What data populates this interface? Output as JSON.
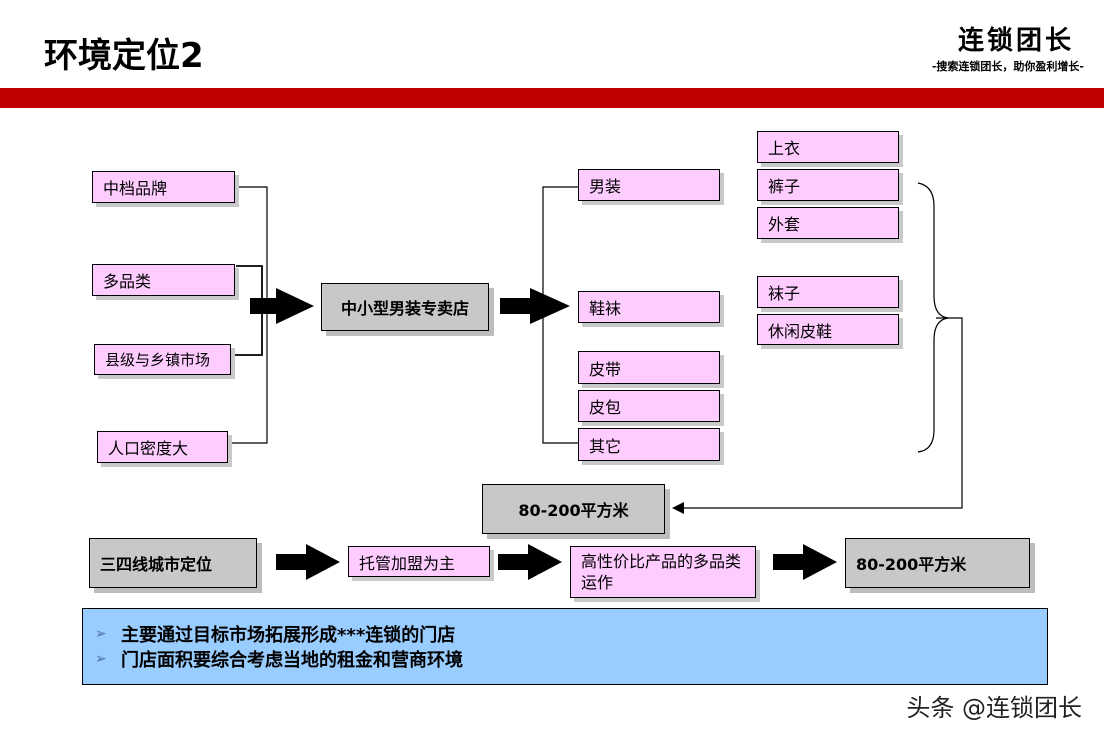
{
  "header": {
    "title": "环境定位2",
    "logo": "连锁团长",
    "slogan": "-搜索连锁团长，助你盈利增长-"
  },
  "left_factors": [
    "中档品牌",
    "多品类",
    "县级与乡镇市场",
    "人口密度大"
  ],
  "center_store": "中小型男装专卖店",
  "categories": {
    "menswear": "男装",
    "shoes_socks": "鞋袜",
    "belt": "皮带",
    "bag": "皮包",
    "other": "其它"
  },
  "sub_items": {
    "top": "上衣",
    "pants": "裤子",
    "coat": "外套",
    "socks": "袜子",
    "casual_shoes": "休闲皮鞋"
  },
  "area_result": "80-200平方米",
  "bottom_flow": {
    "positioning": "三四线城市定位",
    "model": "托管加盟为主",
    "operation": "高性价比产品的多品类运作",
    "area": "80-200平方米"
  },
  "summary": [
    "主要通过目标市场拓展形成***连锁的门店",
    "门店面积要综合考虑当地的租金和营商环境"
  ],
  "watermark": "头条 @连锁团长"
}
